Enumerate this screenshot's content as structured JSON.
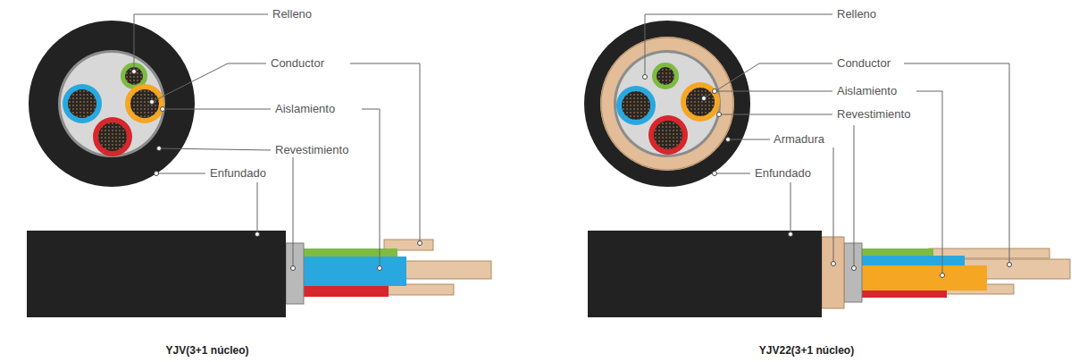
{
  "diagram": {
    "labels": [
      "Relleno",
      "Conductor",
      "Aislamiento",
      "Revestimiento",
      "Enfundado",
      "YJV(3+1 núcleo)",
      "Relleno",
      "Conductor",
      "Aislamiento",
      "Revestimiento",
      "Armadura",
      "Enfundado",
      "YJV22(3+1 núcleo)"
    ]
  }
}
